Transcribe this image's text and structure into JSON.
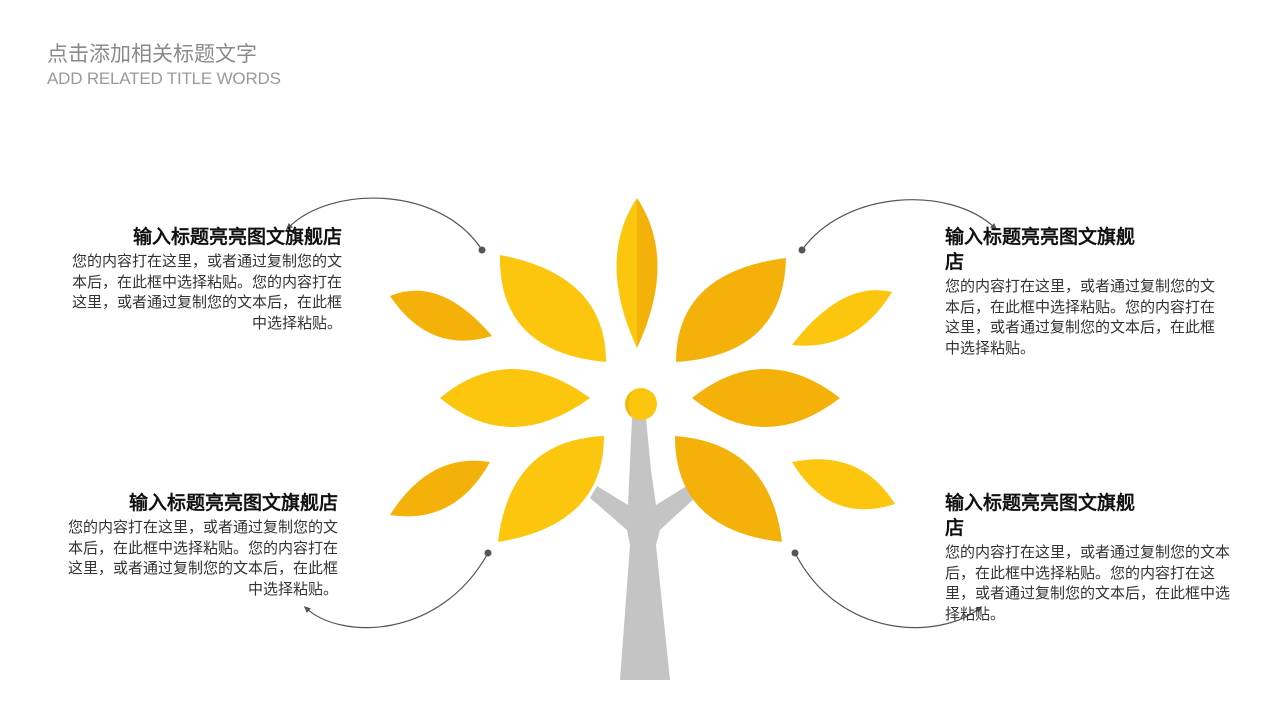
{
  "header": {
    "title_cn": "点击添加相关标题文字",
    "title_en": "ADD RELATED TITLE WORDS"
  },
  "colors": {
    "leaf_light": "#FCC60F",
    "leaf_dark": "#F4B10A",
    "trunk": "#C4C4C4",
    "connector": "#555555"
  },
  "blocks": {
    "top_left": {
      "title": "输入标题亮亮图文旗舰店",
      "body": "您的内容打在这里，或者通过复制您的文本后，在此框中选择粘贴。您的内容打在这里，或者通过复制您的文本后，在此框中选择粘贴。"
    },
    "bottom_left": {
      "title": "输入标题亮亮图文旗舰店",
      "body": "您的内容打在这里，或者通过复制您的文本后，在此框中选择粘贴。您的内容打在这里，或者通过复制您的文本后，在此框中选择粘贴。"
    },
    "top_right": {
      "title": "输入标题亮亮图文旗舰店",
      "body": "您的内容打在这里，或者通过复制您的文本后，在此框中选择粘贴。您的内容打在这里，或者通过复制您的文本后，在此框中选择粘贴。"
    },
    "bottom_right": {
      "title": "输入标题亮亮图文旗舰店",
      "body": "您的内容打在这里，或者通过复制您的文本后，在此框中选择粘贴。您的内容打在这里，或者通过复制您的文本后，在此框中选择粘贴。"
    }
  }
}
